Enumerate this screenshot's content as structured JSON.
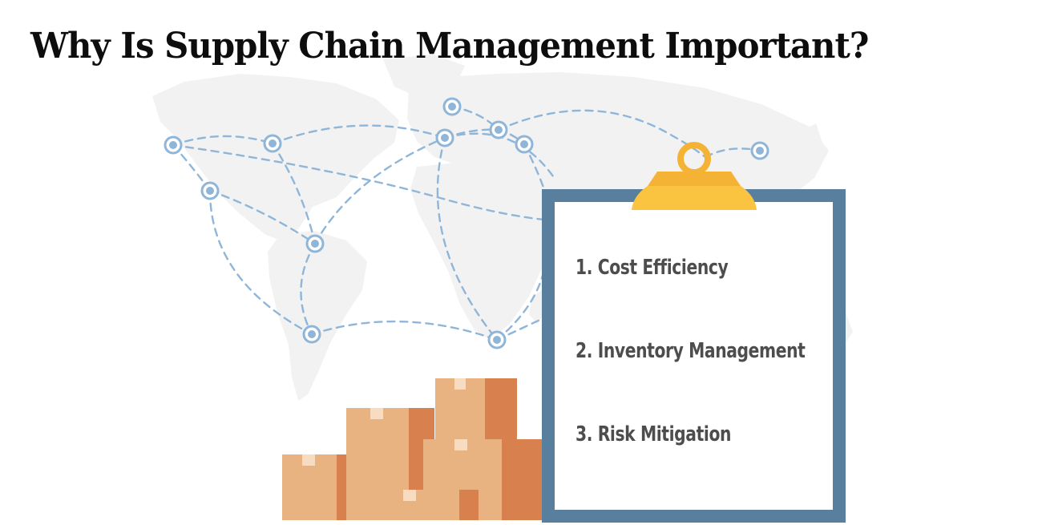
{
  "title": "Why Is Supply Chain Management Important?",
  "checklist": {
    "items": [
      "1. Cost Efficiency",
      "2. Inventory Management",
      "3. Risk Mitigation"
    ]
  },
  "colors": {
    "map": "#f2f2f2",
    "route": "#8fb6d8",
    "clipboard_frame": "#597f9e",
    "clip": "#fbc440",
    "box_light": "#e8b380",
    "box_dark": "#d8814e"
  },
  "icons": [
    "world-map",
    "route-node-icon",
    "clipboard-clip-icon",
    "cardboard-box-icon"
  ]
}
